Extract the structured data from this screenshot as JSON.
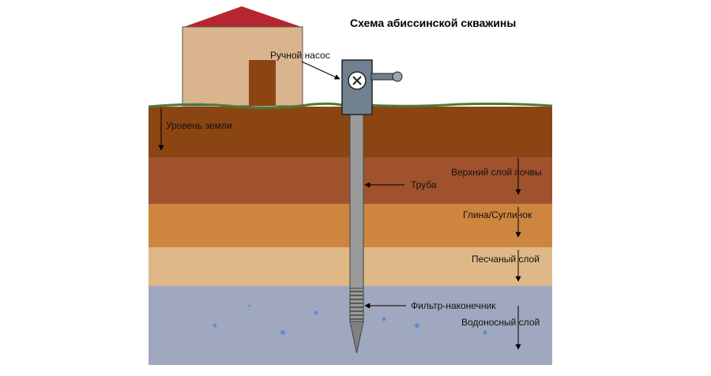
{
  "title": "Схема абиссинской скважины",
  "labels": {
    "pump": "Ручной насос",
    "ground_level": "Уровень земли",
    "topsoil": "Верхний слой почвы",
    "pipe": "Труба",
    "clay": "Глина/Суглинок",
    "sand": "Песчаный слой",
    "filter": "Фильтр-наконечник",
    "aquifer": "Водоносный слой"
  },
  "colors": {
    "roof": "#b5262e",
    "house_wall": "#d9b48c",
    "door": "#8b4513",
    "grass": "#4c7a34",
    "layer_surface": "#8b4513",
    "layer_topsoil": "#a0522d",
    "layer_clay": "#cd853f",
    "layer_sand": "#deb887",
    "layer_aquifer": "#a0a8bf",
    "pipe": "#9a9a9a",
    "pump_body": "#708090",
    "water_drop": "#5b8fd6"
  },
  "icons": {
    "pump_valve": "close-x-icon"
  }
}
